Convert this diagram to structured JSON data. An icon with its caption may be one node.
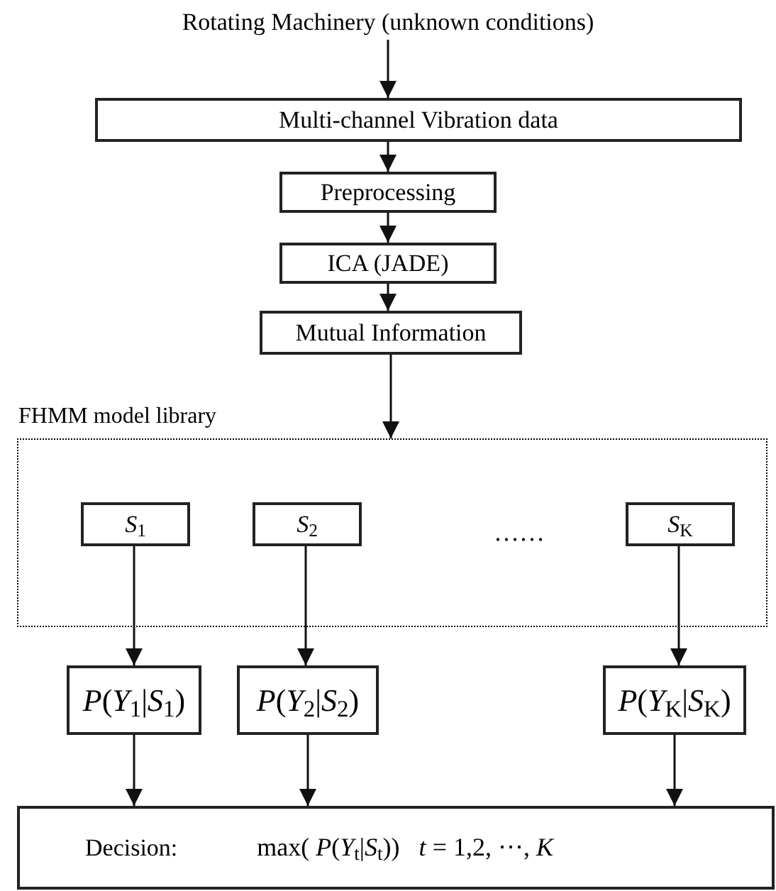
{
  "diagram": {
    "nodes": [
      {
        "text": [
          "Rotating Machinery (unknown conditions)"
        ]
      },
      {
        "text": [
          "Multi-channel Vibration data"
        ]
      },
      {
        "text": [
          "Preprocessing"
        ]
      },
      {
        "text": [
          "ICA (JADE)"
        ]
      },
      {
        "text": [
          "Mutual Information"
        ]
      },
      {
        "text": [
          "FHMM model library"
        ]
      },
      {
        "text": [
          "*S*$_{1}$"
        ],
        "in": 5
      },
      {
        "text": [
          "*S*$_{2}$"
        ],
        "in": 5
      },
      {
        "text": [
          "*S*$_{K}$"
        ],
        "in": 5
      },
      {
        "text": [
          "*P*(*Y*$_{1}$|*S*$_{1}$)"
        ]
      },
      {
        "text": [
          "*P*(*Y*$_{2}$|*S*$_{2}$)"
        ]
      },
      {
        "text": [
          "*P*(*Y*$_{K}$|*S*$_{K}$)"
        ]
      },
      {
        "text": [
          "Decision:",
          "max( *P*(*Y*$_{t}$|*S*$_{t}$))   *t* = 1,2, ⋯, *K*"
        ]
      }
    ],
    "edges": [
      {
        "from": 0,
        "to": 1,
        "arrow": "to"
      },
      {
        "from": 1,
        "to": 2,
        "arrow": "to"
      },
      {
        "from": 2,
        "to": 3,
        "arrow": "to"
      },
      {
        "from": 3,
        "to": 4,
        "arrow": "to"
      },
      {
        "from": 4,
        "to": 5,
        "arrow": "to"
      },
      {
        "from": 6,
        "to": 9,
        "arrow": "to"
      },
      {
        "from": 7,
        "to": 10,
        "arrow": "to"
      },
      {
        "from": 8,
        "to": 11,
        "arrow": "to"
      },
      {
        "from": 9,
        "to": 12,
        "arrow": "to"
      },
      {
        "from": 10,
        "to": 12,
        "arrow": "to"
      },
      {
        "from": 11,
        "to": 12,
        "arrow": "to"
      }
    ],
    "labels": [
      "……"
    ]
  }
}
